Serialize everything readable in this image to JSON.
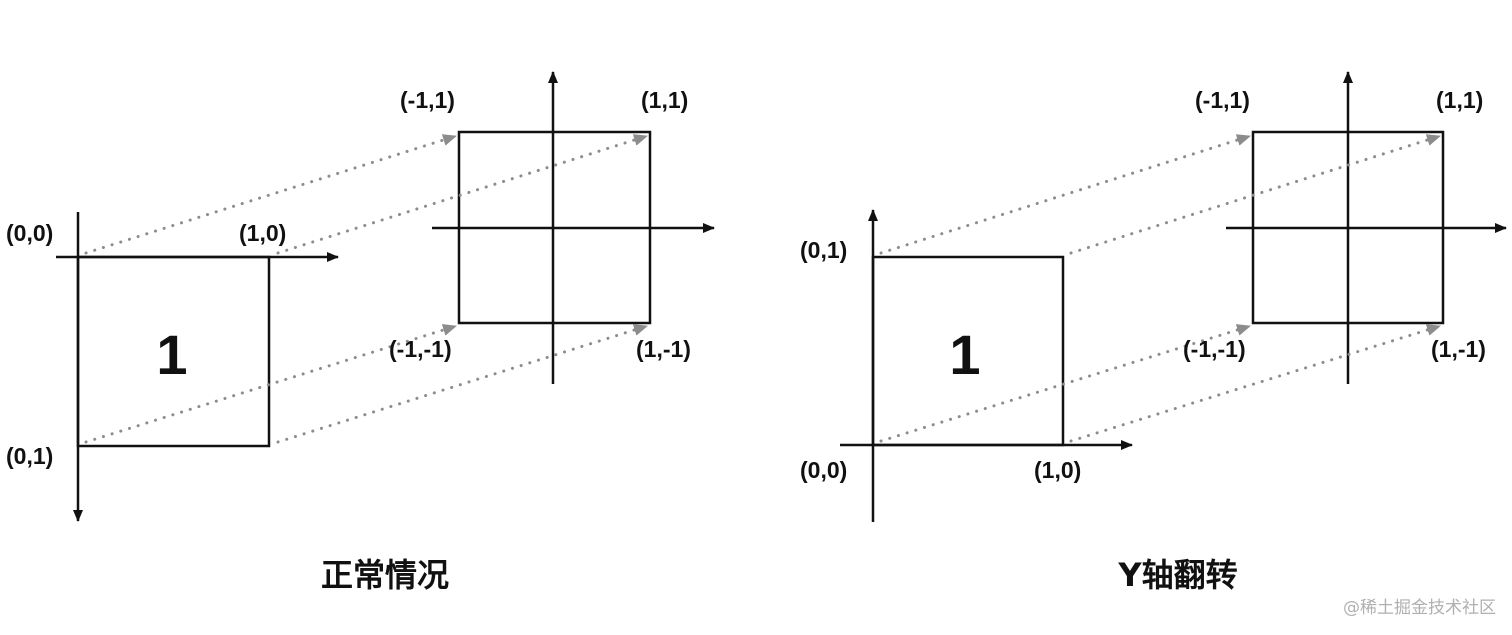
{
  "colors": {
    "line": "#111111",
    "dotted": "#8c8c8c",
    "watermark": "#b0b0b0"
  },
  "left_panel": {
    "caption": "正常情况",
    "square_label": "1",
    "labels": {
      "origin": "(0,0)",
      "x_end": "(1,0)",
      "y_end": "(0,1)",
      "top_left": "(-1,1)",
      "top_right": "(1,1)",
      "bottom_left": "(-1,-1)",
      "bottom_right": "(1,-1)"
    }
  },
  "right_panel": {
    "caption": "Y轴翻转",
    "square_label": "1",
    "labels": {
      "y_end": "(0,1)",
      "origin": "(0,0)",
      "x_end": "(1,0)",
      "top_left": "(-1,1)",
      "top_right": "(1,1)",
      "bottom_left": "(-1,-1)",
      "bottom_right": "(1,-1)"
    }
  },
  "watermark": "@稀土掘金技术社区"
}
